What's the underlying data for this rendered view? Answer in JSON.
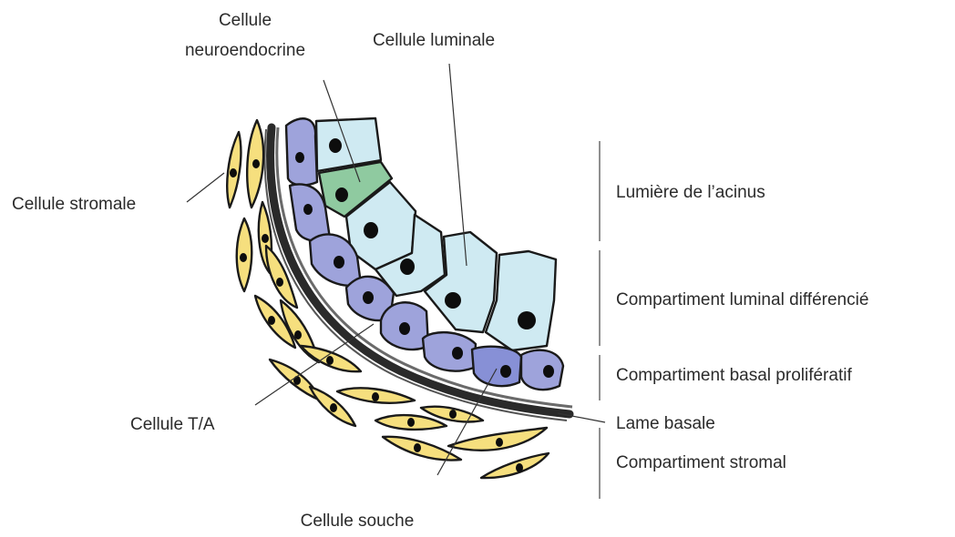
{
  "labels": {
    "neuroendocrine_line1": "Cellule",
    "neuroendocrine_line2": "neuroendocrine",
    "luminal": "Cellule luminale",
    "stromal_cell": "Cellule stromale",
    "ta_cell": "Cellule T/A",
    "stem_cell": "Cellule souche",
    "lumen": "Lumière de l’acinus",
    "luminal_compartment": "Compartiment luminal différencié",
    "basal_compartment": "Compartiment basal prolifératif",
    "basal_lamina": "Lame basale",
    "stromal_compartment": "Compartiment stromal"
  },
  "colors": {
    "luminal": "#cfeaf2",
    "neuroendocrine": "#8fcaa0",
    "basal": "#9ea3db",
    "stem": "#8790d6",
    "stromal": "#f6df7e",
    "lamina": "#3a3a3a"
  }
}
